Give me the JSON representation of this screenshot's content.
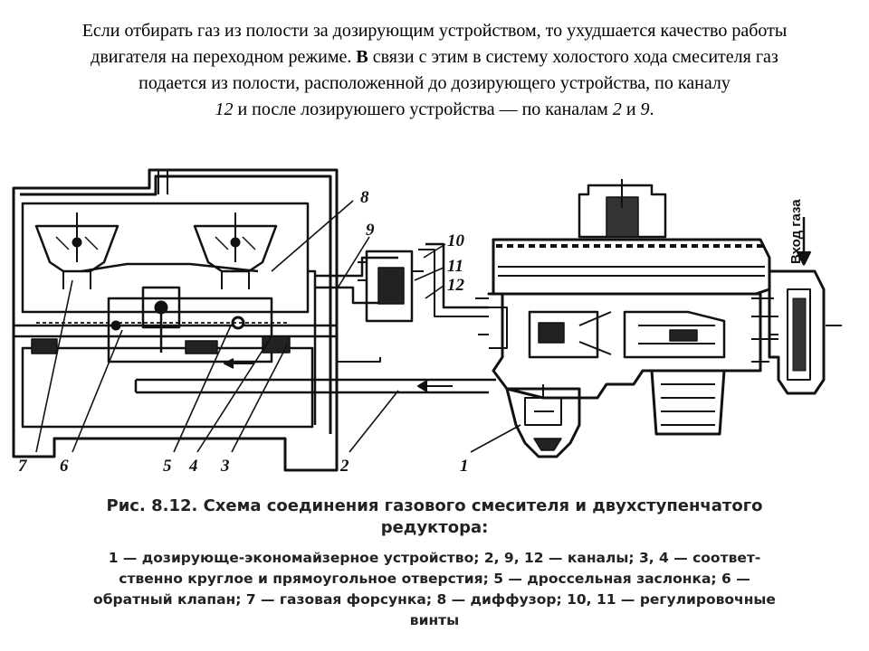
{
  "intro": {
    "line1": "Если отбирать газ из полости за дозирующим устройством, то ухудшается качество работы",
    "line2_pre": "двигателя на переходном режиме. ",
    "line2_bold": "В",
    "line2_post": " связи с этим в систему холостого хода смесителя газ",
    "line3": "подается из полости, расположенной до дозирующего устройства, по каналу",
    "line4_num1": "12",
    "line4_mid": " и после лозируюшего устройства — по каналам ",
    "line4_num2": "2",
    "line4_and": " и ",
    "line4_num3": "9",
    "line4_end": "."
  },
  "diagram": {
    "gas_inlet_label": "Вход газа",
    "labels": {
      "l1": "1",
      "l2": "2",
      "l3": "3",
      "l4": "4",
      "l5": "5",
      "l6": "6",
      "l7": "7",
      "l8": "8",
      "l9": "9",
      "l10": "10",
      "l11": "11",
      "l12": "12"
    }
  },
  "caption": {
    "line1": "Рис. 8.12. Схема соединения газового смесителя и двухступенчатого",
    "line2": "редуктора:"
  },
  "legend": {
    "line1": "1 — дозирующе-экономайзерное устройство; 2, 9, 12 — каналы; 3, 4 — соответ-",
    "line2": "ственно круглое и прямоугольное отверстия; 5 — дроссельная заслонка; 6 —",
    "line3": "обратный клапан; 7 — газовая форсунка; 8 — диффузор; 10, 11 — регулировочные",
    "line4": "винты"
  }
}
